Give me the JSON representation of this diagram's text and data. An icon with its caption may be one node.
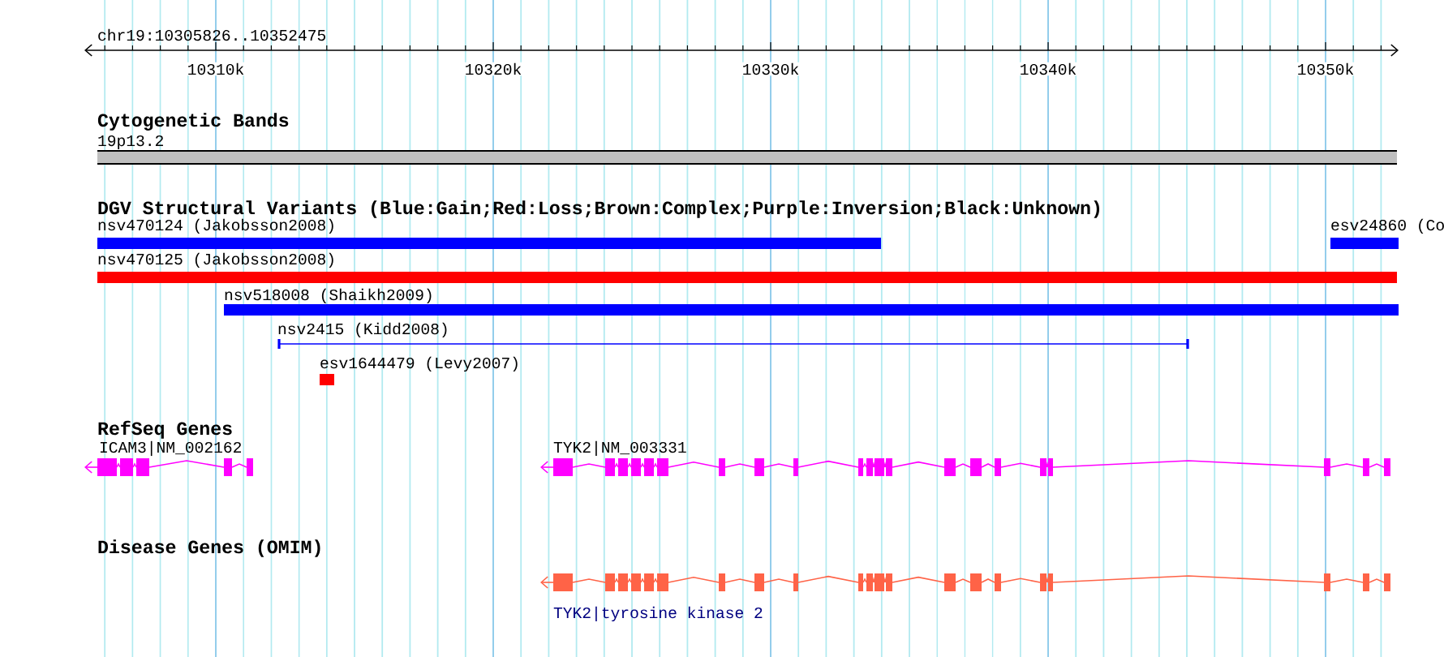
{
  "diagram": {
    "nodes": [
      {
        "text": [
          "19p13.2"
        ]
      },
      {
        "text": [
          "nsv470124 (Jakobsson2008)"
        ]
      },
      {
        "text": [
          "esv24860 (Co"
        ]
      },
      {
        "text": [
          "nsv470125 (Jakobsson2008)"
        ]
      },
      {
        "text": [
          "nsv518008 (Shaikh2009)"
        ]
      },
      {
        "text": [
          "nsv2415 (Kidd2008)"
        ]
      },
      {
        "text": [
          "esv1644479 (Levy2007)"
        ]
      },
      {
        "text": [
          "ICAM3|NM_002162"
        ]
      },
      {
        "text": [
          "TYK2|NM_003331"
        ]
      },
      {
        "text": [
          "TYK2|tyrosine kinase 2"
        ]
      }
    ],
    "labels": [
      "chr19:10305826..10352475",
      "10310k",
      "10320k",
      "10330k",
      "10340k",
      "10350k",
      "Cytogenetic Bands",
      "DGV Structural Variants (Blue:Gain;Red:Loss;Brown:Complex;Purple:Inversion;Black:Unknown)",
      "RefSeq Genes",
      "Disease Genes (OMIM)"
    ]
  }
}
